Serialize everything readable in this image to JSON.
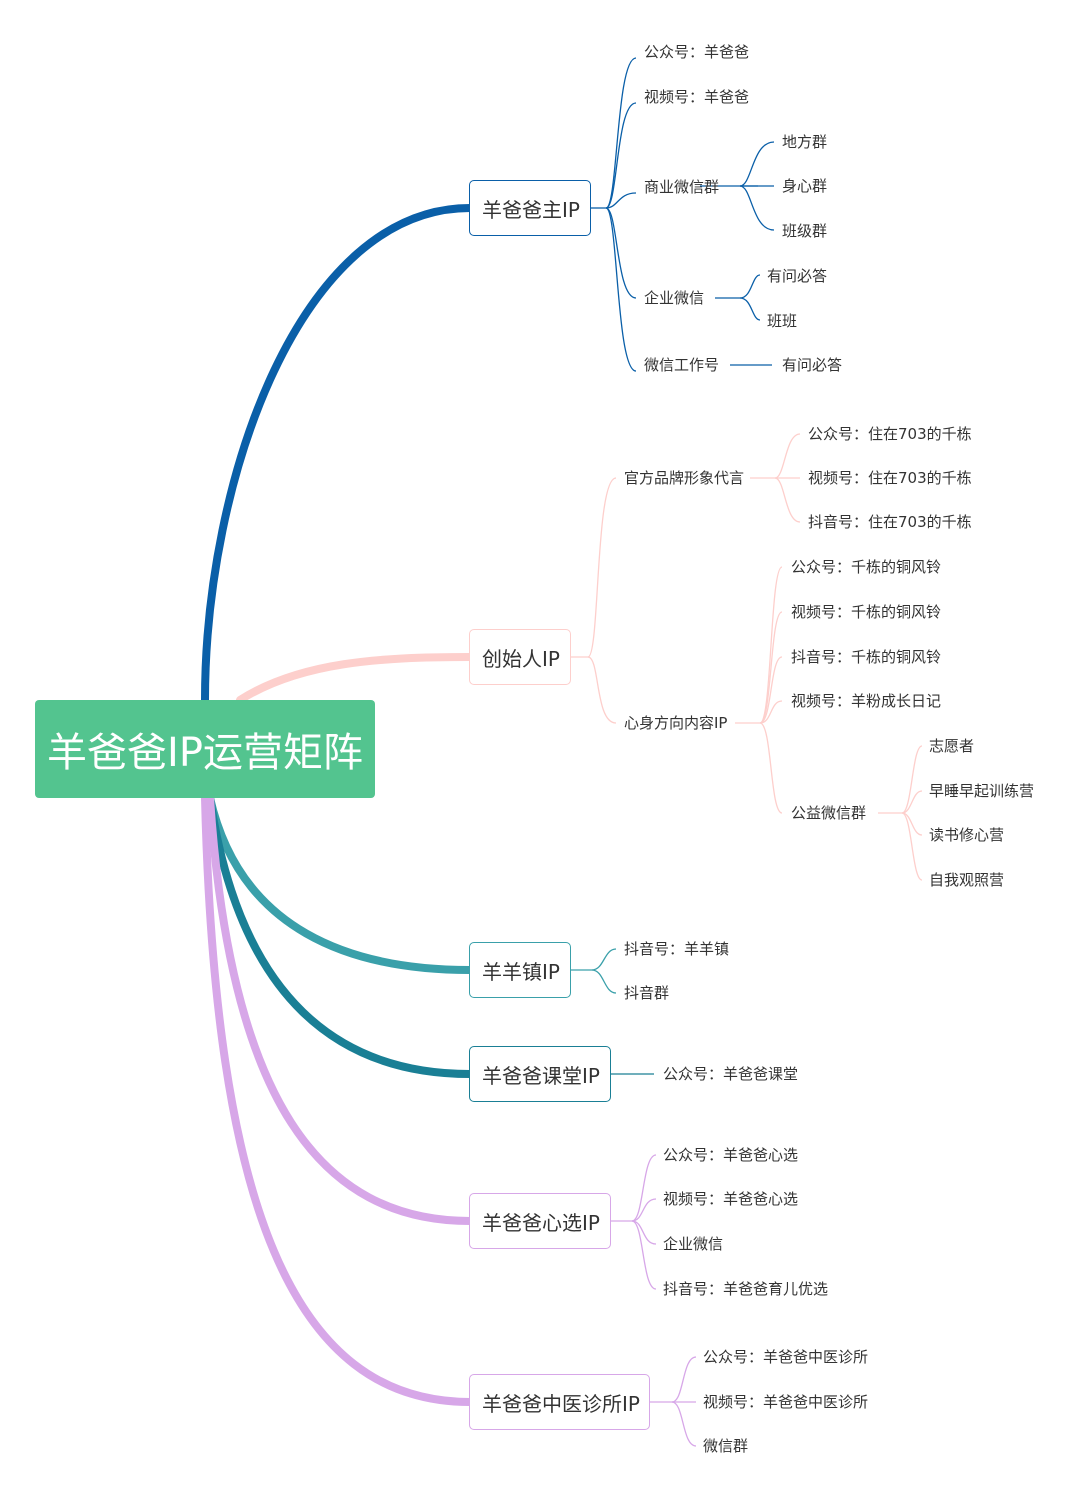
{
  "root": "羊爸爸IP运营矩阵",
  "colors": {
    "root": "#53c48f",
    "b1": "#0a5fa8",
    "b2": "#fdcfcc",
    "b3": "#3aa0aa",
    "b4": "#1a7f95",
    "b5": "#d7a7e8"
  },
  "branches": [
    {
      "label": "羊爸爸主IP",
      "items": [
        "公众号：羊爸爸",
        "视频号：羊爸爸",
        "商业微信群",
        "企业微信",
        "微信工作号"
      ],
      "sub": {
        "shangye": [
          "地方群",
          "身心群",
          "班级群"
        ],
        "qiye": [
          "有问必答",
          "班班"
        ],
        "gongzuo": "有问必答"
      }
    },
    {
      "label": "创始人IP",
      "items": [
        "官方品牌形象代言",
        "心身方向内容IP"
      ],
      "sub": {
        "guanfang": [
          "公众号：住在703的千栋",
          "视频号：住在703的千栋",
          "抖音号：住在703的千栋"
        ],
        "xinshen": [
          "公众号：千栋的铜风铃",
          "视频号：千栋的铜风铃",
          "抖音号：千栋的铜风铃",
          "视频号：羊粉成长日记",
          "公益微信群"
        ],
        "gongyi": [
          "志愿者",
          "早睡早起训练营",
          "读书修心营",
          "自我观照营"
        ]
      }
    },
    {
      "label": "羊羊镇IP",
      "items": [
        "抖音号：羊羊镇",
        "抖音群"
      ]
    },
    {
      "label": "羊爸爸课堂IP",
      "items": [
        "公众号：羊爸爸课堂"
      ]
    },
    {
      "label": "羊爸爸心选IP",
      "items": [
        "公众号：羊爸爸心选",
        "视频号：羊爸爸心选",
        "企业微信",
        "抖音号：羊爸爸育儿优选"
      ]
    },
    {
      "label": "羊爸爸中医诊所IP",
      "items": [
        "公众号：羊爸爸中医诊所",
        "视频号：羊爸爸中医诊所",
        "微信群"
      ]
    }
  ]
}
